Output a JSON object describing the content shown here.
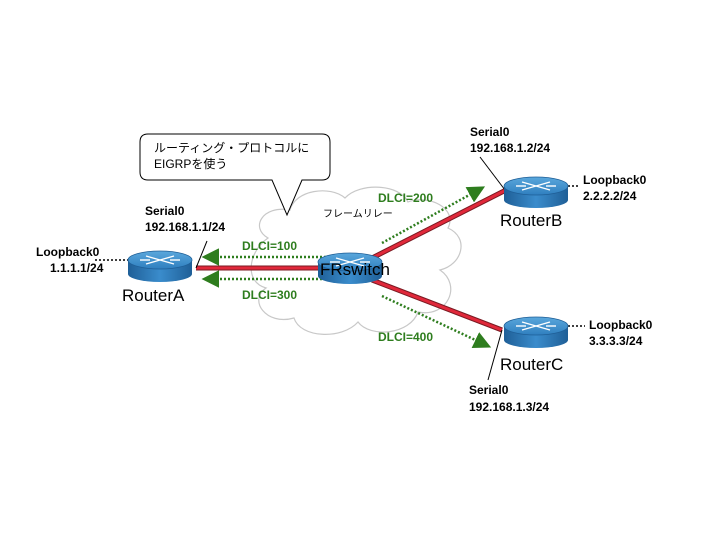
{
  "callout": {
    "line1": "ルーティング・プロトコルに",
    "line2": "EIGRPを使う"
  },
  "cloud_label": "フレームリレー",
  "switch": {
    "name": "FRswitch"
  },
  "routers": {
    "a": {
      "name": "RouterA",
      "serial_label": "Serial0",
      "serial_ip": "192.168.1.1/24",
      "loopback_label": "Loopback0",
      "loopback_ip": "1.1.1.1/24"
    },
    "b": {
      "name": "RouterB",
      "serial_label": "Serial0",
      "serial_ip": "192.168.1.2/24",
      "loopback_label": "Loopback0",
      "loopback_ip": "2.2.2.2/24"
    },
    "c": {
      "name": "RouterC",
      "serial_label": "Serial0",
      "serial_ip": "192.168.1.3/24",
      "loopback_label": "Loopback0",
      "loopback_ip": "3.3.3.3/24"
    }
  },
  "dlci": {
    "d100": "DLCI=100",
    "d200": "DLCI=200",
    "d300": "DLCI=300",
    "d400": "DLCI=400"
  },
  "colors": {
    "link": "#e0283a",
    "pvc": "#2e7d1e",
    "router_top": "#3f8fc8",
    "router_body": "#2c78b6",
    "cloud_stroke": "#c8c8c8"
  }
}
